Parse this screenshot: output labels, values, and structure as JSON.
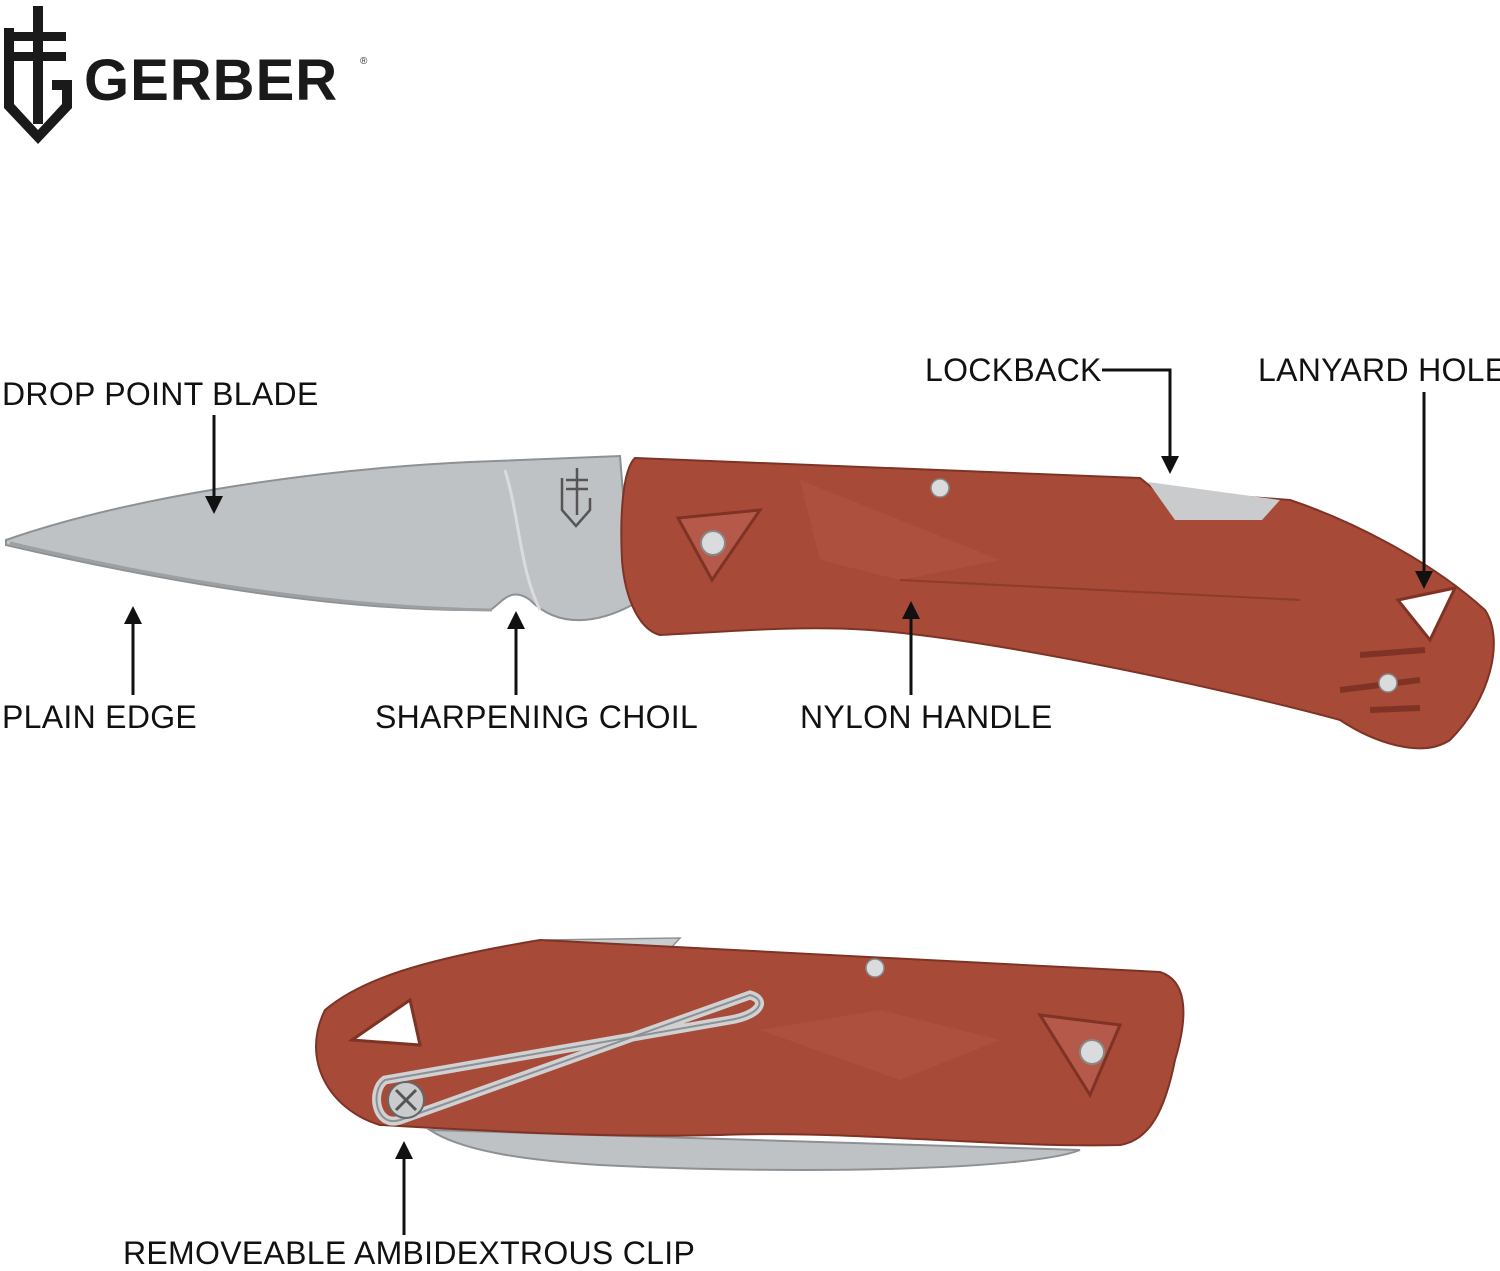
{
  "brand": {
    "name": "GERBER",
    "registered_mark": "®"
  },
  "callouts": {
    "drop_point_blade": "DROP POINT BLADE",
    "lockback": "LOCKBACK",
    "lanyard_hole": "LANYARD HOLE",
    "plain_edge": "PLAIN EDGE",
    "sharpening_choil": "SHARPENING CHOIL",
    "nylon_handle": "NYLON HANDLE",
    "removeable_clip": "REMOVEABLE AMBIDEXTROUS CLIP"
  },
  "colors": {
    "handle": "#a84a38",
    "handle_dark": "#7e3325",
    "blade": "#b9bcbf",
    "blade_light": "#d8dadc",
    "text": "#111111"
  },
  "icons": [
    "gerber-logo-icon",
    "arrow-icon"
  ]
}
